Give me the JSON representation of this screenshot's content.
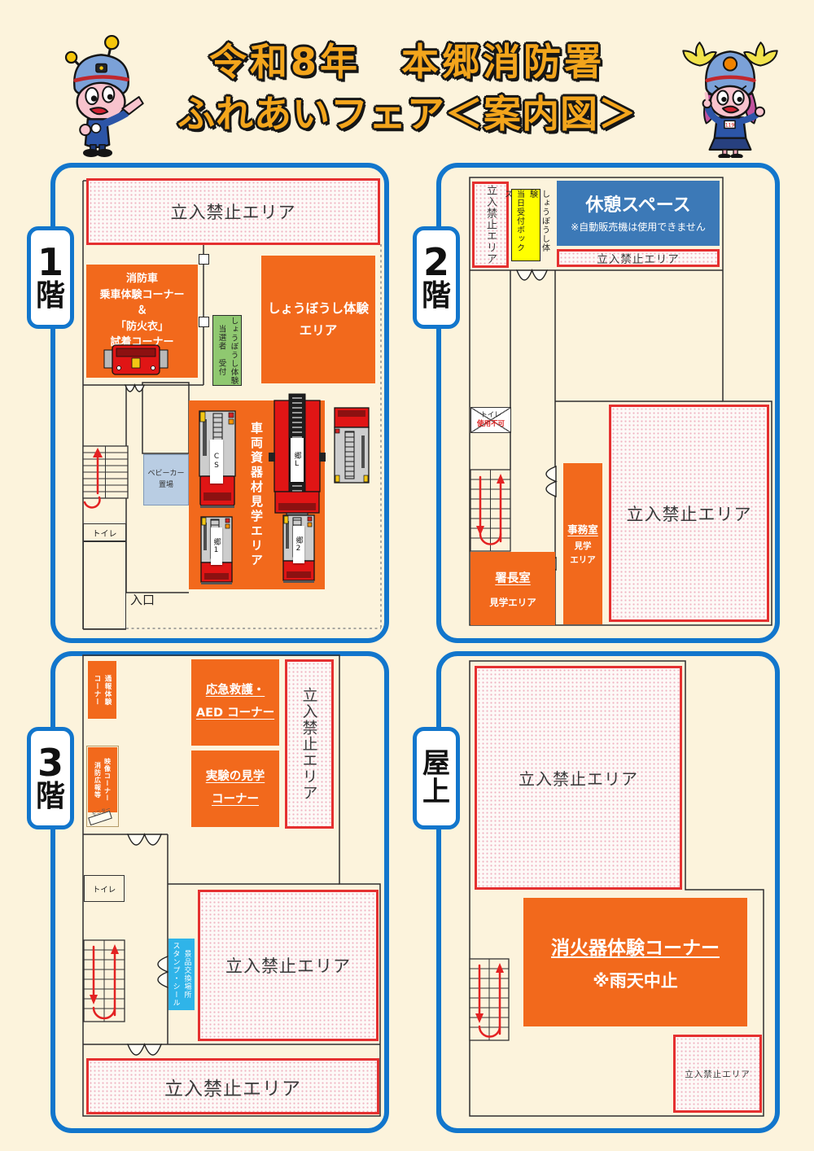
{
  "title": {
    "line1": "令和8年　本郷消防署",
    "line2": "ふれあいフェア＜案内図＞"
  },
  "colors": {
    "panel_border_blue": "#1276cc",
    "booth_orange": "#f2691c",
    "keep_out_red": "#e53030",
    "rest_space_blue": "#3c79b7",
    "reception_green": "#8fc870",
    "receipt_yellow": "#ffff00",
    "stamp_cyan": "#2fb4e9",
    "title_yellow": "#f3a51c"
  },
  "mascots": {
    "badge_text": "119"
  },
  "floors": {
    "f1": {
      "badge": {
        "line1": "1",
        "line2": "階"
      },
      "keep_out_top": "立入禁止エリア",
      "ride_try": "消防車\n乗車体験コーナー\n＆\n「防火衣」\n試着コーナー",
      "hat_area": "しょうぼうし体験\nエリア",
      "reception_col_right": "しょうぼうし体験",
      "reception_col_left": "当選者　受付",
      "vehicle_view_area": "車両資器材見学エリア",
      "truck_labels": {
        "cs": "CS",
        "ladder": "郷L",
        "no1": "郷1",
        "no2": "郷2"
      },
      "stroller_park": "ベビーカー\n置場",
      "toilet": "トイレ",
      "entrance": "入口"
    },
    "f2": {
      "badge": {
        "line1": "2",
        "line2": "階"
      },
      "keep_out_left": "立入禁止エリア",
      "receipt_box_col_right": "しょうぼうし体験",
      "receipt_box_col_left": "当日受付ボックス",
      "rest_space_title": "休憩スペース",
      "rest_space_note": "※自動販売機は使用できません",
      "keep_out_strip": "立入禁止エリア",
      "toilet_line1": "トイレ",
      "toilet_line2": "使用不可",
      "office_title": "事務室",
      "office_sub": "見学\nエリア",
      "chief_title": "署長室",
      "chief_sub": "見学エリア",
      "keep_out_main": "立入禁止エリア"
    },
    "f3": {
      "badge": {
        "line1": "3",
        "line2": "階"
      },
      "report_col_right": "通報体験",
      "report_col_left": "コーナー",
      "aed": "応急救護・\nAED コーナー",
      "experiment": "実験の見学\nコーナー",
      "keep_out_right": "立入禁止エリア",
      "video_col_right": "映像コーナー",
      "video_col_left": "消防広報等",
      "monitor": "モニター",
      "toilet": "トイレ",
      "stamp_col_right": "景品交換場所",
      "stamp_col_left": "スタンプ・シール",
      "keep_out_main": "立入禁止エリア",
      "keep_out_bottom": "立入禁止エリア"
    },
    "roof": {
      "badge": {
        "line1": "屋",
        "line2": "上"
      },
      "keep_out_main": "立入禁止エリア",
      "extinguisher_title": "消火器体験コーナー",
      "extinguisher_note": "※雨天中止",
      "keep_out_small": "立入禁止エリア"
    }
  }
}
